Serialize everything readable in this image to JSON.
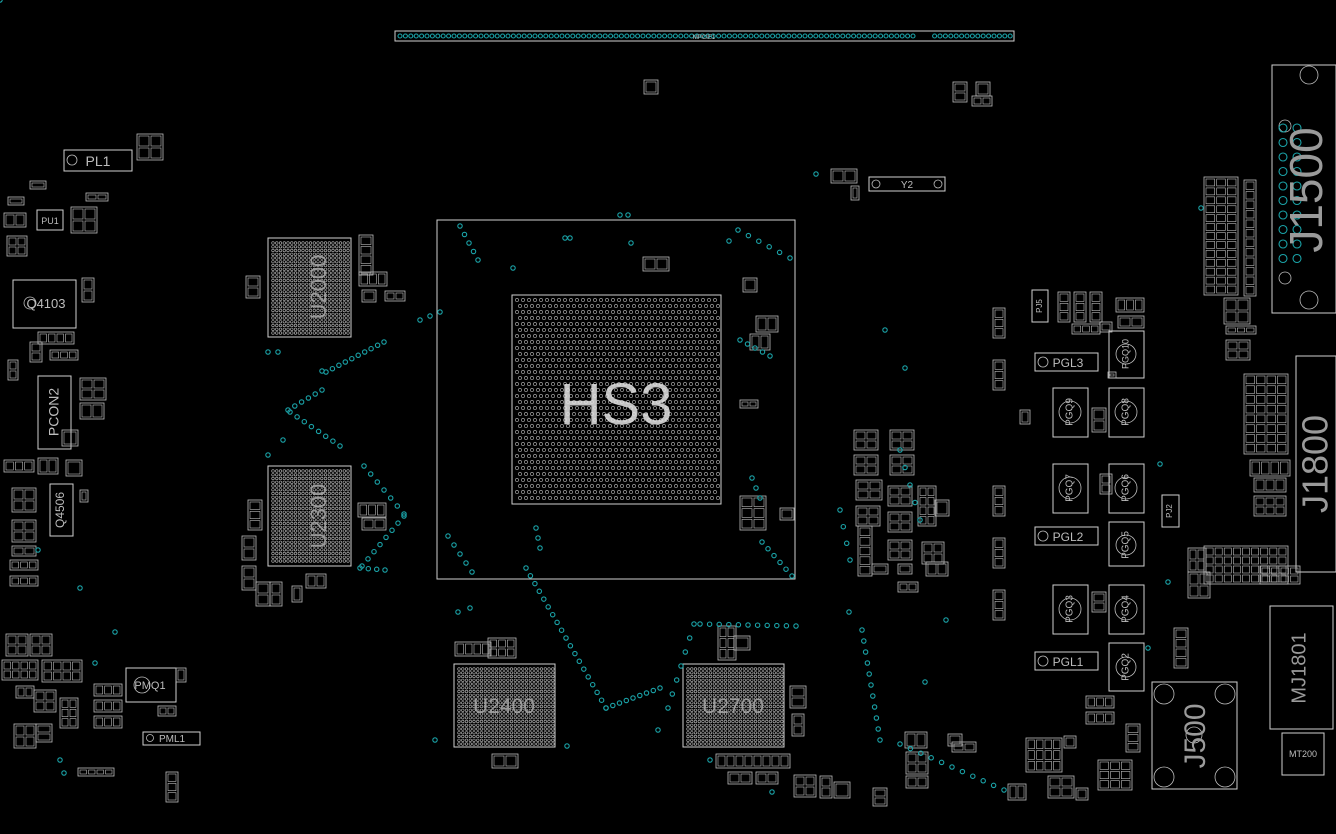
{
  "viewer": {
    "background": "#000000",
    "outline_color": "#cfcfcf",
    "via_color": "#1aa3a8"
  },
  "labels": {
    "hs3": "HS3",
    "u2000": "U2000",
    "u2300": "U2300",
    "u2400": "U2400",
    "u2700": "U2700",
    "j1500": "J1500",
    "j1800": "J1800",
    "j500": "J500",
    "mj1801": "MJ1801",
    "mt200": "MT200",
    "pl1": "PL1",
    "pml1": "PML1",
    "pmq1": "PMQ1",
    "pcon2": "PCON2",
    "q4103": "Q4103",
    "q4506": "Q4506",
    "pu1": "PU1",
    "y2": "Y2",
    "pgl1": "PGL1",
    "pgl2": "PGL2",
    "pgl3": "PGL3",
    "pgq2": "PGQ2",
    "pgq3": "PGQ3",
    "pgq4": "PGQ4",
    "pgq5": "PGQ5",
    "pgq6": "PGQ6",
    "pgq7": "PGQ7",
    "pgq8": "PGQ8",
    "pgq9": "PGQ9",
    "pgq10": "PGQ10",
    "pj5": "PJ5",
    "pj2": "PJ2",
    "top_connector": "MPCIE1"
  }
}
